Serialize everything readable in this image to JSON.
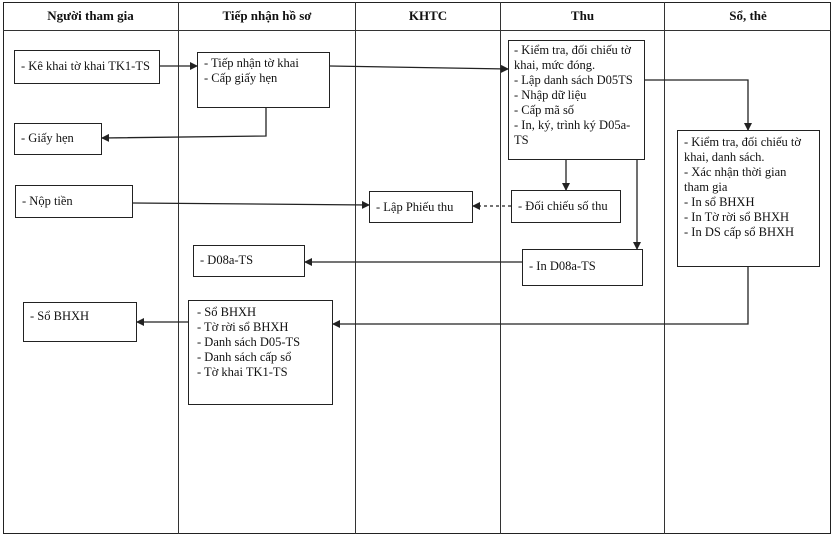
{
  "columns": [
    "Người tham gia",
    "Tiếp nhận hồ sơ",
    "KHTC",
    "Thu",
    "Sổ, thẻ"
  ],
  "boxes": {
    "ke_khai": [
      "- Kê khai tờ khai TK1-TS"
    ],
    "tiep_nhan": [
      "- Tiếp nhận tờ khai",
      "- Cấp giấy hẹn"
    ],
    "thu_main": [
      "- Kiểm tra, đối chiếu tờ",
      "khai, mức đóng.",
      "- Lập danh sách D05TS",
      "- Nhập dữ liệu",
      "- Cấp mã số",
      "- In, ký, trình ký D05a-",
      "TS"
    ],
    "giay_hen": [
      "- Giấy hẹn"
    ],
    "so_the_main": [
      "- Kiểm tra, đối chiếu tờ",
      "khai, danh sách.",
      "- Xác nhận thời gian",
      "tham gia",
      "- In sổ BHXH",
      "- In Tờ rời sổ BHXH",
      "- In DS cấp sổ BHXH"
    ],
    "nop_tien": [
      "- Nộp tiền"
    ],
    "lap_phieu_thu": [
      "- Lập Phiếu thu"
    ],
    "doi_chieu": [
      "- Đối chiếu số thu"
    ],
    "d08a_left": [
      "- D08a-TS"
    ],
    "in_d08a": [
      "- In D08a-TS"
    ],
    "so_bhxh_left": [
      "- Sổ BHXH"
    ],
    "tra_ket_qua": [
      "- Sổ BHXH",
      "- Tờ rời sổ BHXH",
      "- Danh sách D05-TS",
      "- Danh sách cấp sổ",
      "- Tờ khai TK1-TS"
    ]
  }
}
